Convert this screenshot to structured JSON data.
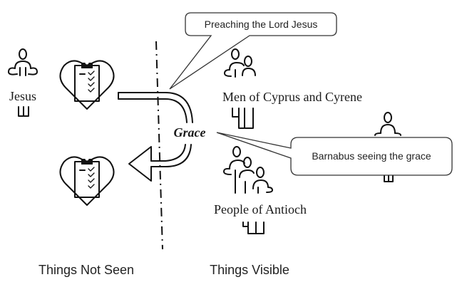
{
  "diagram": {
    "title": "Grace: Things Not Seen vs Things Visible",
    "colors": {
      "ink": "#111111",
      "callout_border": "#333333",
      "background": "#ffffff"
    },
    "actors": {
      "jesus": {
        "label": "Jesus",
        "icon": "seated-person-icon"
      },
      "men": {
        "label": "Men of Cyprus and Cyrene",
        "icon": "group-of-two-icon"
      },
      "antioch": {
        "label": "People of Antioch",
        "icon": "group-of-three-icon"
      },
      "barnabus": {
        "icon": "seated-person-icon"
      }
    },
    "center_label": "Grace",
    "callouts": {
      "preaching": "Preaching the Lord Jesus",
      "barnabus": "Barnabus seeing the grace"
    },
    "regions": {
      "left": "Things Not Seen",
      "right": "Things Visible"
    },
    "heart_icons": [
      "heart-clipboard-icon",
      "heart-clipboard-icon"
    ]
  }
}
